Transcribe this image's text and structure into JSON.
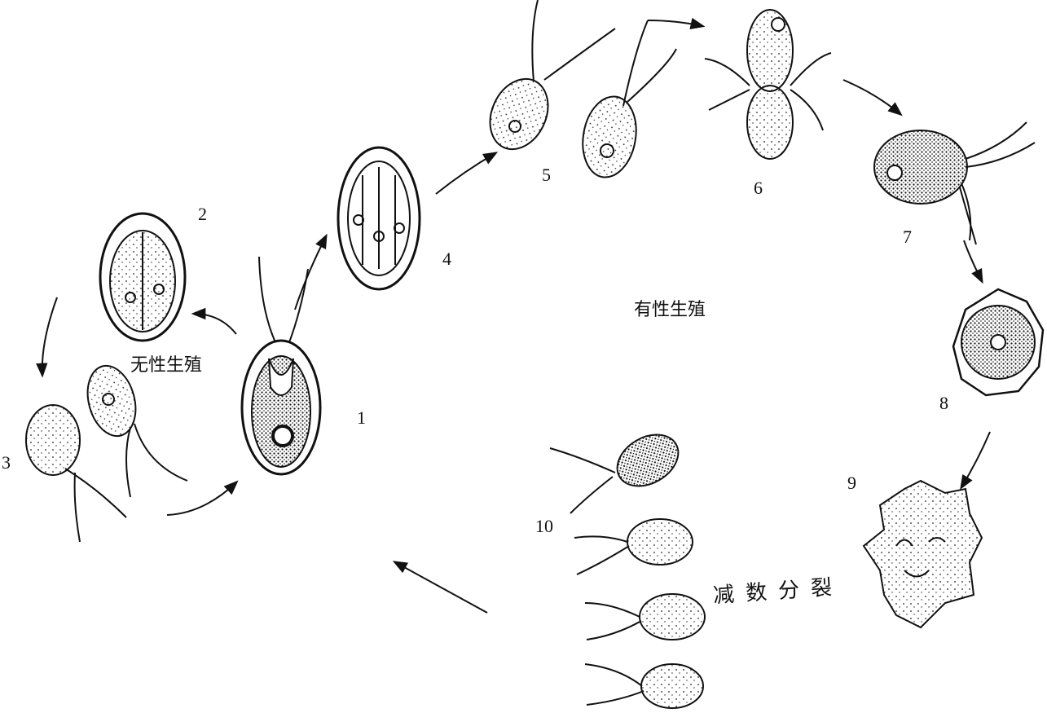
{
  "labels": {
    "stages": [
      "1",
      "2",
      "3",
      "4",
      "5",
      "6",
      "7",
      "8",
      "9",
      "10"
    ],
    "asexual": "无性生殖",
    "sexual": "有性生殖",
    "meiosis": "减数分裂"
  },
  "colors": {
    "ink": "#111111",
    "background": "#ffffff"
  }
}
